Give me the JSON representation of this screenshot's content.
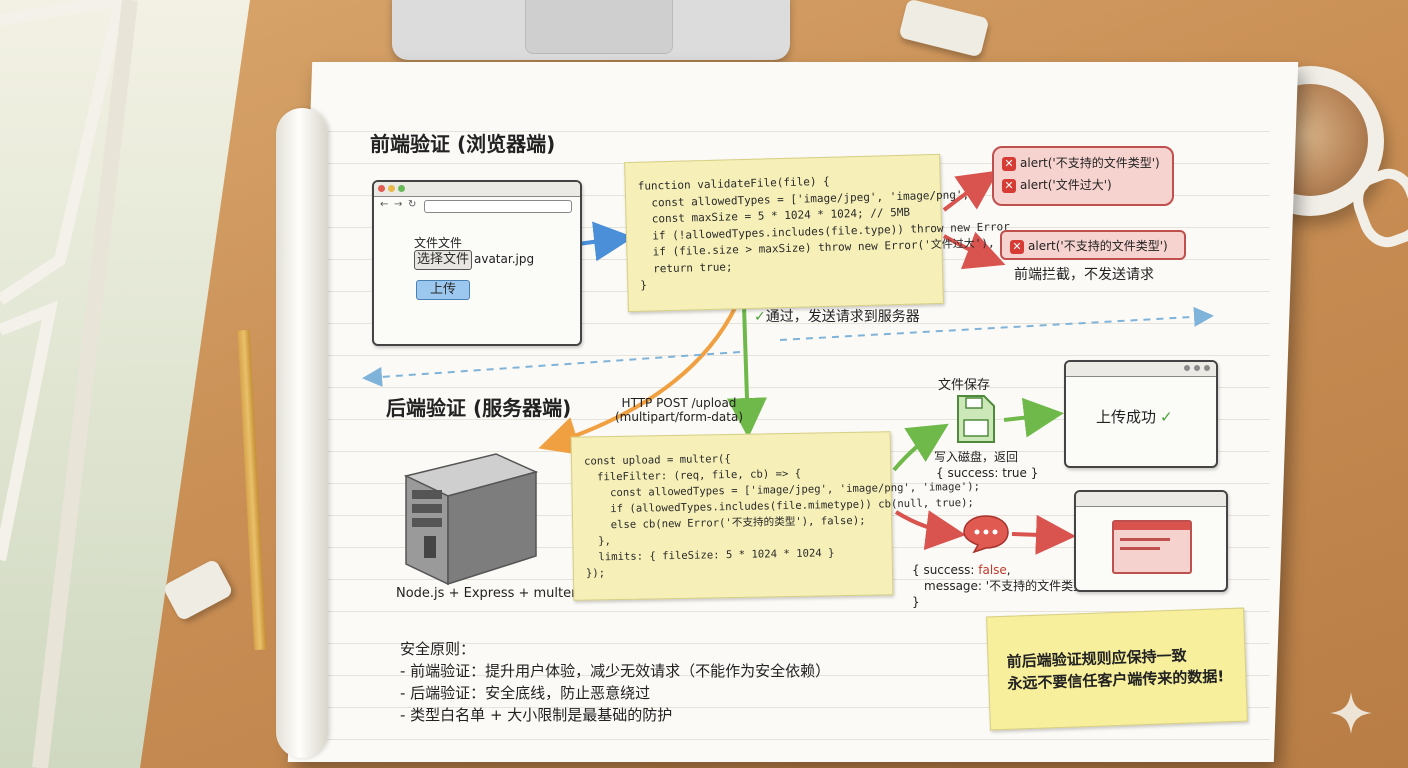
{
  "frontend": {
    "heading": "前端验证 (浏览器端)",
    "browser": {
      "label": "文件文件",
      "choose_button": "选择文件",
      "filename": "avatar.jpg",
      "upload_button": "上传"
    },
    "code": "function validateFile(file) {\n  const allowedTypes = ['image/jpeg', 'image/png',\n  const maxSize = 5 * 1024 * 1024; // 5MB\n  if (!allowedTypes.includes(file.type)) throw new Error\n  if (file.size > maxSize) throw new Error('文件过大'),\n  return true;\n}",
    "alert_bubble": [
      "alert('不支持的文件类型')",
      "alert('文件过大')"
    ],
    "alert_single": "alert('不支持的文件类型')",
    "blocked_caption": "前端拦截，不发送请求",
    "pass_caption": "通过，发送请求到服务器"
  },
  "request": {
    "line1": "HTTP POST /upload",
    "line2": "(multipart/form-data)"
  },
  "backend": {
    "heading": "后端验证 (服务器端)",
    "server_caption": "Node.js + Express + multer",
    "code": "const upload = multer({\n  fileFilter: (req, file, cb) => {\n    const allowedTypes = ['image/jpeg', 'image/png', 'image');\n    if (allowedTypes.includes(file.mimetype)) cb(null, true);\n    else cb(new Error('不支持的类型'), false);\n  },\n  limits: { fileSize: 5 * 1024 * 1024 }\n});",
    "save_label": "文件保存",
    "save_caption1": "写入磁盘，返回",
    "save_caption2": "{ success: true }",
    "success_text": "上传成功",
    "error_json": {
      "line1": "{ success: ",
      "false_word": "false",
      "line1_end": ",",
      "line2": "message: '不支持的文件类型')",
      "line3": "}"
    }
  },
  "principles": {
    "title": "安全原则：",
    "items": [
      "- 前端验证：提升用户体验，减少无效请求（不能作为安全依赖）",
      "- 后端验证：安全底线，防止恶意绕过",
      "- 类型白名单 + 大小限制是最基础的防护"
    ]
  },
  "sticky_note": {
    "line1": "前后端验证规则应保持一致",
    "line2": "永远不要信任客户端传来的数据!"
  },
  "colors": {
    "arrow_blue": "#4a8fd8",
    "arrow_green": "#6fb84a",
    "arrow_orange": "#f0a040",
    "arrow_red": "#d9534f",
    "note_yellow": "#f6f0b8"
  }
}
